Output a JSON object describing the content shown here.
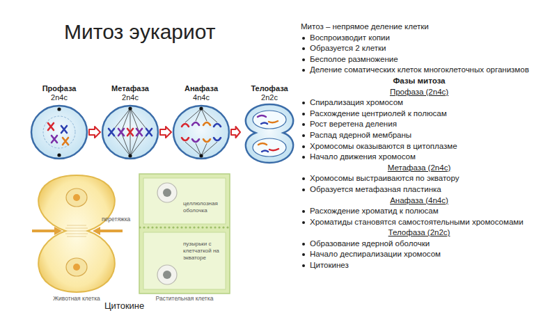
{
  "diagram": {
    "title": "Митоз эукариот",
    "nodes": [
      {
        "text": [
          "Профаза",
          "2n4c"
        ]
      },
      {
        "text": [
          "Метафаза",
          "2n4c"
        ]
      },
      {
        "text": [
          "Анафаза",
          "4n4c"
        ]
      },
      {
        "text": [
          "Телофаза",
          "2n2c"
        ]
      }
    ],
    "edges": [
      {
        "from": 0,
        "to": 1,
        "arrow": "to"
      },
      {
        "from": 1,
        "to": 2,
        "arrow": "to"
      },
      {
        "from": 2,
        "to": 3,
        "arrow": "to"
      }
    ],
    "labels": [
      "Митоз – непрямое деление клетки",
      "Воспроизводит копии",
      "Образуется 2 клетки",
      "Бесполое размножение",
      "Деление соматических клеток многоклеточных организмов",
      "Фазы митоза",
      "Профаза (2n4c)",
      "Спирализация хромосом",
      "Расхождение центриолей к полюсам",
      "Рост веретена деления",
      "Распад ядерной мембраны",
      "Хромосомы оказываются в цитоплазме",
      "Начало движения хромосом",
      "Метафаза (2n4c)",
      "Хромосомы выстраиваются по экватору",
      "Образуется метафазная пластинка",
      "Анафаза (4n4c)",
      "Расхождение хроматид к полюсам",
      "Хроматиды становятся самостоятельными хромосомами",
      "Телофаза (2n2c)",
      "Образование ядерной оболочки",
      "Начало деспирализации хромосом",
      "Цитокинез",
      "перетяжка",
      "целлюлозная оболочка",
      "пузырьки с клетчаткой на экваторе",
      "Животная клетка",
      "Растительная клетка",
      "Цитокине"
    ]
  }
}
